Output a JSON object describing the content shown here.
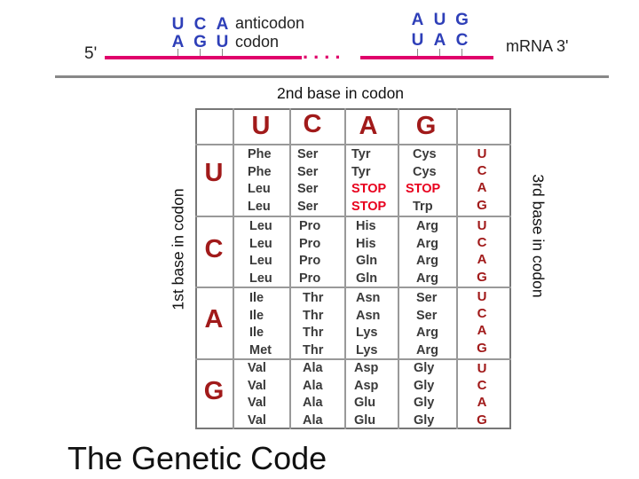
{
  "molecule": {
    "anticodon_bases": [
      "U",
      "C",
      "A"
    ],
    "codon_bases": [
      "A",
      "G",
      "U"
    ],
    "anticodon_label": "anticodon",
    "codon_label": "codon",
    "right_top_bases": [
      "A",
      "U",
      "G"
    ],
    "right_bottom_bases": [
      "U",
      "A",
      "C"
    ],
    "five_prime": "5'",
    "mrna_label": "mRNA 3'",
    "dots": "...."
  },
  "table": {
    "top_axis_label": "2nd base in codon",
    "left_axis_label": "1st base in codon",
    "right_axis_label": "3rd base in codon",
    "second_bases": [
      "U",
      "C",
      "A",
      "G"
    ],
    "first_bases": [
      "U",
      "C",
      "A",
      "G"
    ],
    "third_bases": [
      "U",
      "C",
      "A",
      "G"
    ],
    "stop_word": "STOP",
    "cells": [
      [
        [
          "Phe",
          "Phe",
          "Leu",
          "Leu"
        ],
        [
          "Ser",
          "Ser",
          "Ser",
          "Ser"
        ],
        [
          "Tyr",
          "Tyr",
          "STOP",
          "STOP"
        ],
        [
          "Cys",
          "Cys",
          "STOP",
          "Trp"
        ]
      ],
      [
        [
          "Leu",
          "Leu",
          "Leu",
          "Leu"
        ],
        [
          "Pro",
          "Pro",
          "Pro",
          "Pro"
        ],
        [
          "His",
          "His",
          "Gln",
          "Gln"
        ],
        [
          "Arg",
          "Arg",
          "Arg",
          "Arg"
        ]
      ],
      [
        [
          "Ile",
          "Ile",
          "Ile",
          "Met"
        ],
        [
          "Thr",
          "Thr",
          "Thr",
          "Thr"
        ],
        [
          "Asn",
          "Asn",
          "Lys",
          "Lys"
        ],
        [
          "Ser",
          "Ser",
          "Arg",
          "Arg"
        ]
      ],
      [
        [
          "Val",
          "Val",
          "Val",
          "Val"
        ],
        [
          "Ala",
          "Ala",
          "Ala",
          "Ala"
        ],
        [
          "Asp",
          "Asp",
          "Glu",
          "Glu"
        ],
        [
          "Gly",
          "Gly",
          "Gly",
          "Gly"
        ]
      ]
    ]
  },
  "title": "The Genetic Code",
  "colors": {
    "strand": "#e0006b",
    "base_letters": "#2e3fb8",
    "header_letters": "#a11a1a",
    "stop": "#e8001d"
  }
}
